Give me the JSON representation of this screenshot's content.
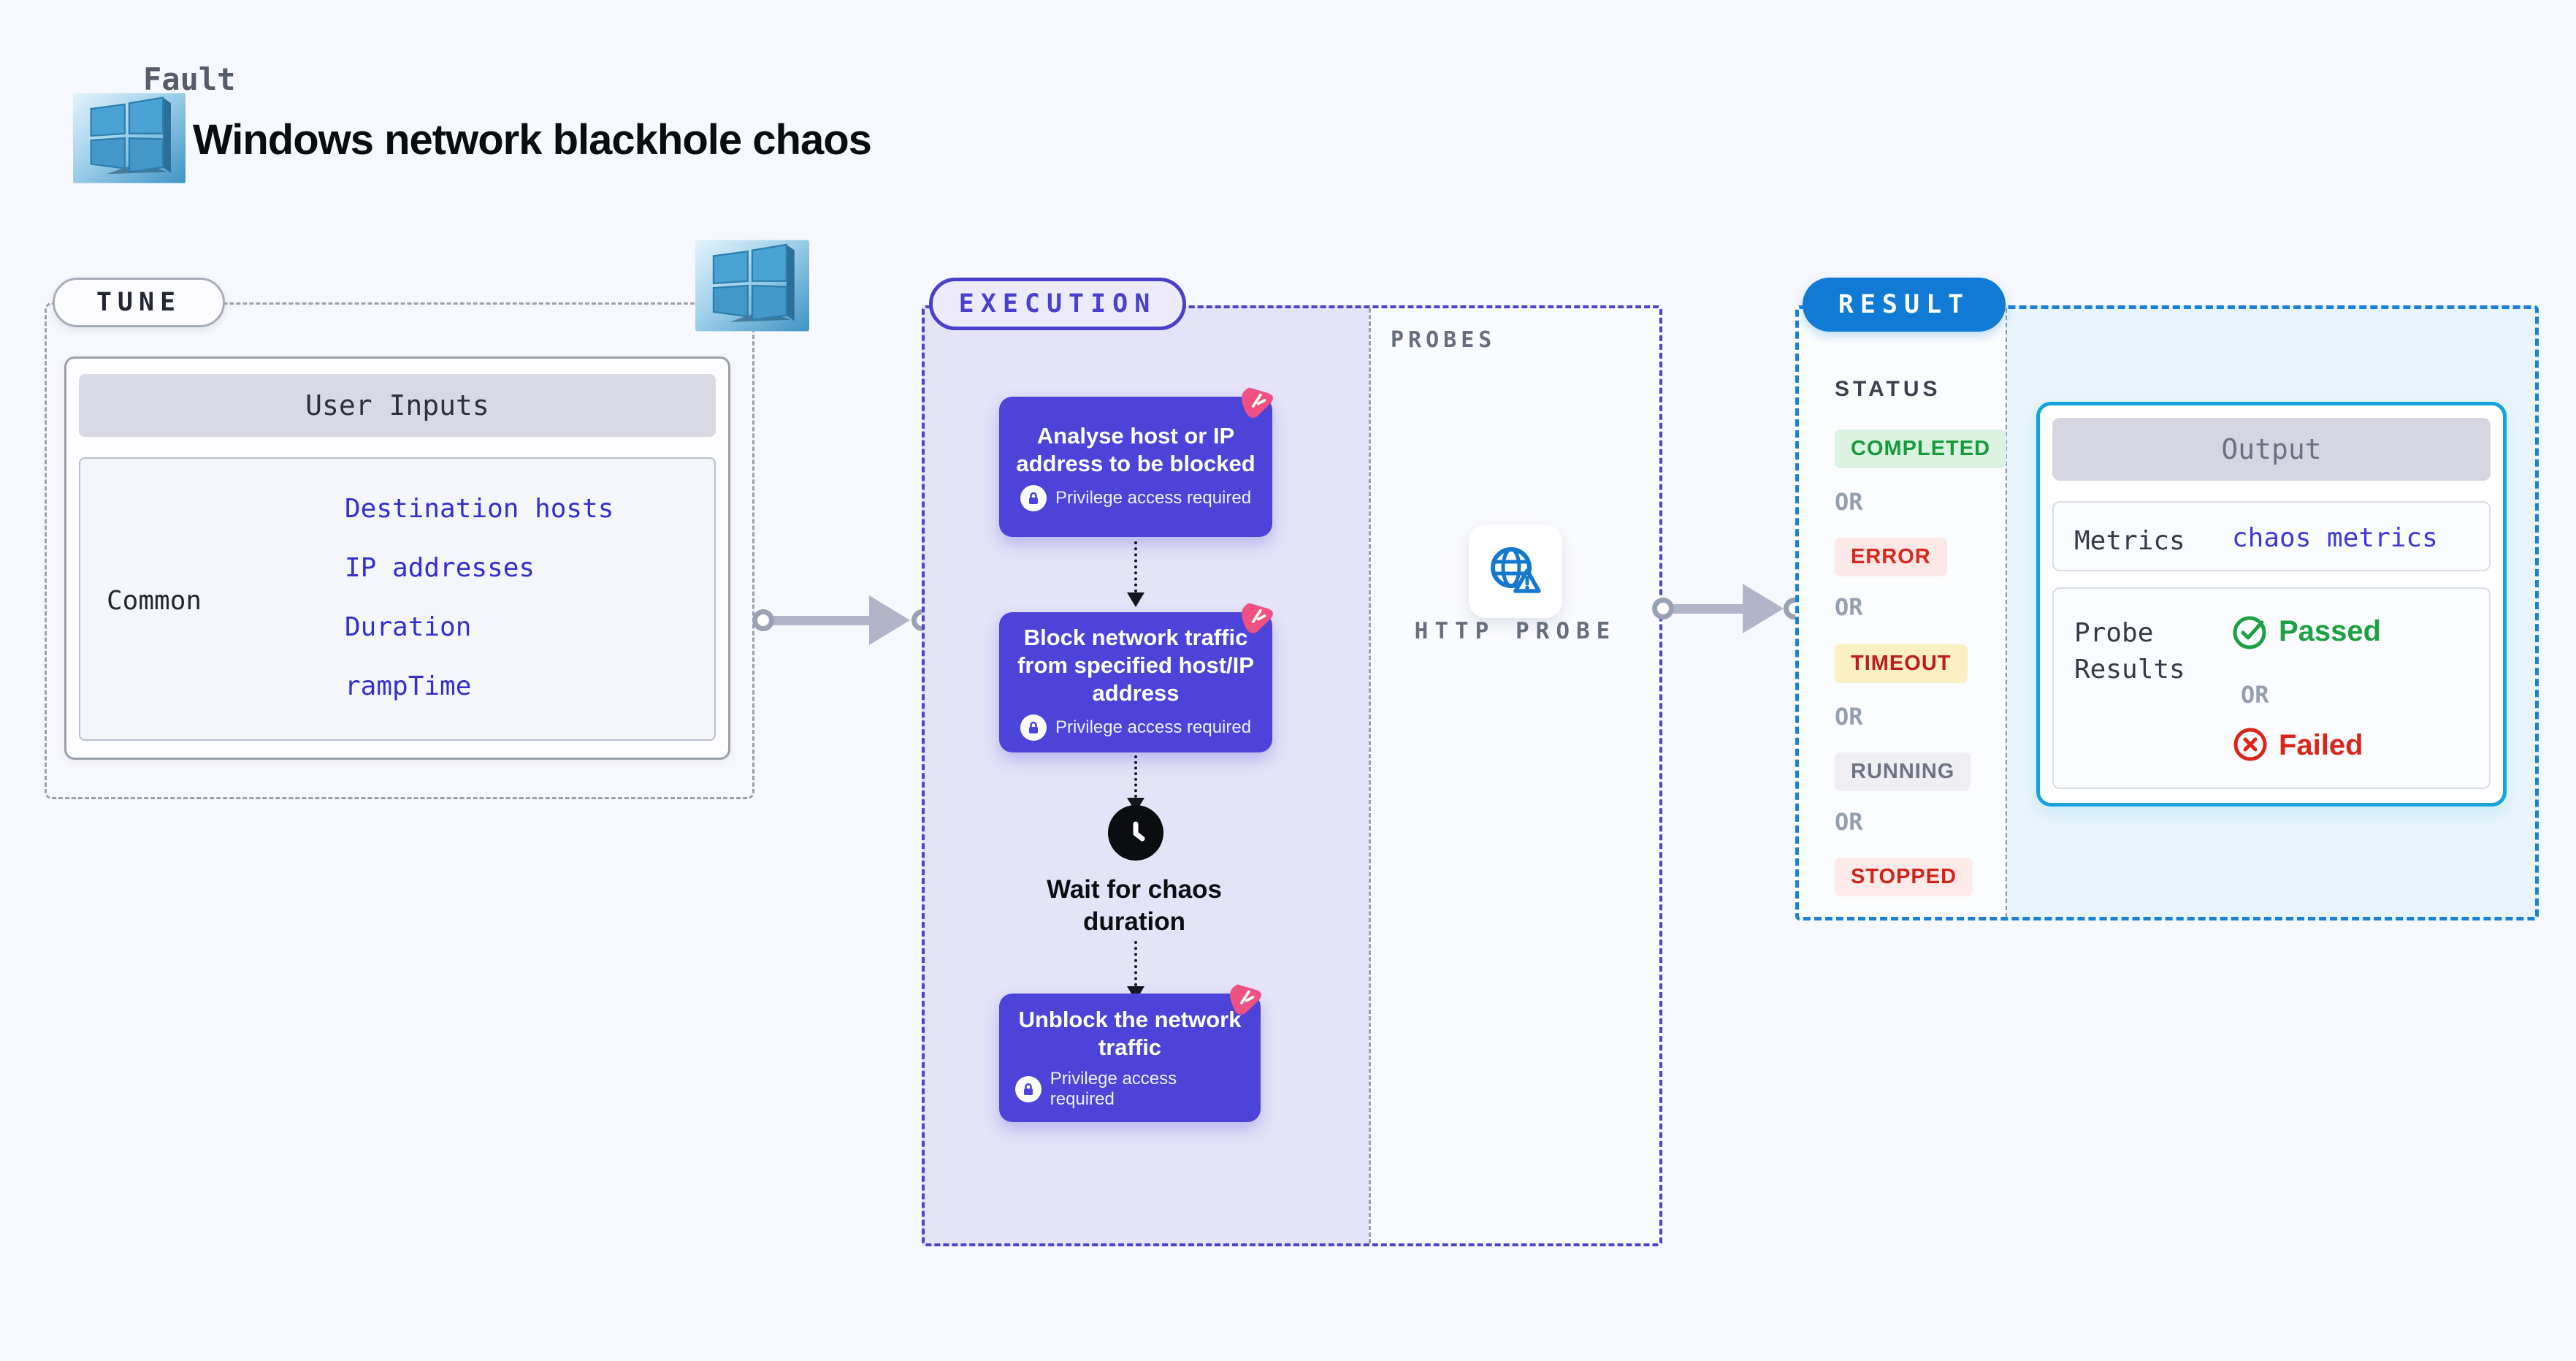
{
  "header": {
    "kicker": "Fault",
    "title": "Windows network blackhole chaos"
  },
  "tune": {
    "label": "TUNE",
    "table": {
      "header": "User Inputs",
      "row_label": "Common",
      "links": [
        "Destination hosts",
        "IP addresses",
        "Duration",
        "rampTime"
      ]
    }
  },
  "execution": {
    "label": "EXECUTION",
    "steps": [
      {
        "type": "fault",
        "title": "Analyse host or IP address to be blocked",
        "note": "Privilege access required"
      },
      {
        "type": "fault",
        "title": "Block network traffic from specified host/IP address",
        "note": "Privilege access required"
      },
      {
        "type": "wait",
        "title": "Wait for chaos duration"
      },
      {
        "type": "fault",
        "title": "Unblock the network traffic",
        "note": "Privilege access required"
      }
    ]
  },
  "probes": {
    "label": "PROBES",
    "probe_name": "HTTP PROBE"
  },
  "result": {
    "label": "RESULT",
    "status": {
      "label": "STATUS",
      "separator": "OR",
      "items": [
        {
          "text": "COMPLETED",
          "fg": "#169a3d",
          "bg": "#dcf2e0"
        },
        {
          "text": "ERROR",
          "fg": "#d9281f",
          "bg": "#fce9e7"
        },
        {
          "text": "TIMEOUT",
          "fg": "#bb1e24",
          "bg": "#faf0c3"
        },
        {
          "text": "RUNNING",
          "fg": "#6e7482",
          "bg": "#eeeef3"
        },
        {
          "text": "STOPPED",
          "fg": "#cf241c",
          "bg": "#fcebe9"
        }
      ]
    },
    "output": {
      "header": "Output",
      "metrics_label": "Metrics",
      "metrics_link": "chaos metrics",
      "probe_results_label": "Probe Results",
      "passed": "Passed",
      "or": "OR",
      "failed": "Failed"
    }
  },
  "icons": {
    "header_logo": "windows-3d-logo",
    "tune_logo": "windows-3d-logo",
    "fault_badge": "chaos-fault-badge-icon",
    "privilege": "lock-icon",
    "wait": "clock-icon",
    "http_probe": "globe-alert-icon",
    "passed": "check-circle-icon",
    "failed": "x-circle-icon"
  },
  "colors": {
    "execution_accent": "#4b43cf",
    "result_accent": "#117ad4",
    "output_border": "#17a2d9",
    "fault_card": "#4c44d9",
    "link": "#3330cf",
    "passed": "#1da144",
    "failed": "#da251b",
    "badge_pink": "#ef5183"
  }
}
